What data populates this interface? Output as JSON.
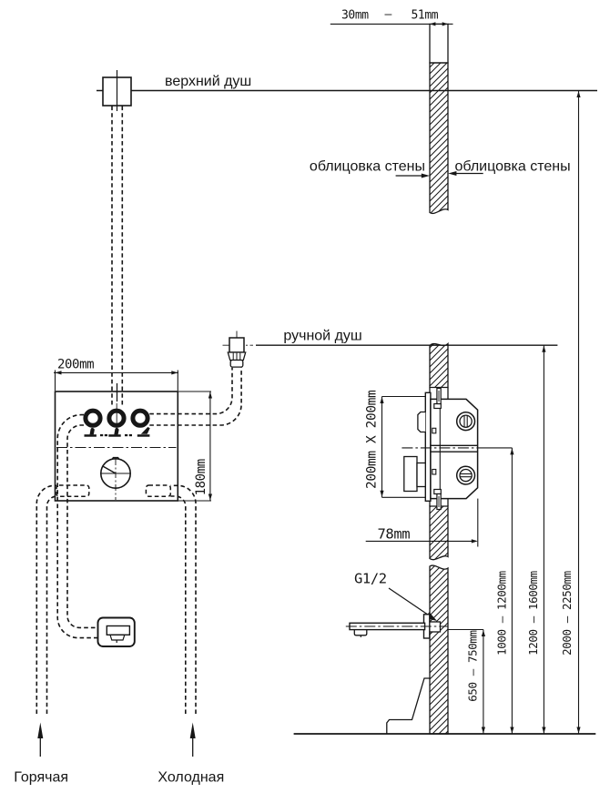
{
  "diagram": {
    "kind": "shower-mixer-installation-diagram",
    "colors": {
      "line": "#161616",
      "background": "#ffffff"
    },
    "labels": {
      "wall_thickness_min": "30mm",
      "wall_thickness_sep": "—",
      "wall_thickness_max": "51mm",
      "overhead_shower": "верхний душ",
      "cladding_left": "облицовка стены",
      "cladding_right": "облицовка стены",
      "hand_shower": "ручной душ",
      "box_width": "200mm",
      "box_height": "180mm",
      "rough_in_size": "200mm X 200mm",
      "box_depth": "78mm",
      "thread": "G1/2",
      "spout_height_range": "650 — 750mm",
      "mixer_height_range": "1000 — 1200mm",
      "hand_shower_height_range": "1200 — 1600mm",
      "overhead_height_range": "2000 — 2250mm",
      "hot_supply": "Горячая",
      "cold_supply": "Холодная"
    }
  }
}
